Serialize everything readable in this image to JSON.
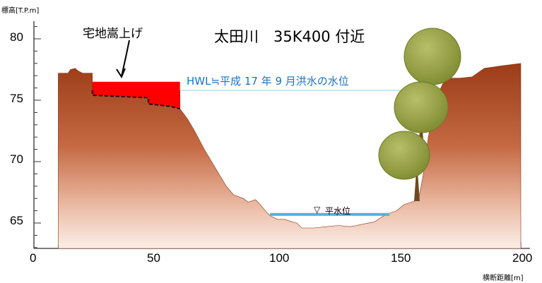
{
  "title": "太田川　35K400 付近",
  "y_axis_label": "標高[T.P.m]",
  "x_axis_label": "横断距離[m]",
  "y_ticks": [
    "80",
    "75",
    "70",
    "65"
  ],
  "x_ticks": [
    "0",
    "50",
    "100",
    "150",
    "200"
  ],
  "annotations": {
    "raised_land": "宅地嵩上げ",
    "hwl": "HWL≒平成 17 年 9 月洪水の水位",
    "normal_water": "平水位",
    "normal_water_symbol": "▽"
  },
  "colors": {
    "ground_dark": "#9b3c17",
    "ground_light": "#fbeee7",
    "raised_fill": "#ff0000",
    "water_line": "#4fb4d6",
    "hwl_line": "#9fd3ea",
    "tree_leaf": "#8f9c3b",
    "tree_trunk": "#6b4a22"
  },
  "chart_data": {
    "type": "cross_section",
    "x_range": [
      0,
      200
    ],
    "y_range": [
      63,
      81
    ],
    "hwl_elevation": 75.8,
    "normal_water_elevation": 65.7,
    "ground_profile": [
      [
        10,
        77.2
      ],
      [
        14,
        77.2
      ],
      [
        15,
        77.5
      ],
      [
        17,
        77.6
      ],
      [
        18,
        77.4
      ],
      [
        20,
        77.2
      ],
      [
        24,
        77.2
      ],
      [
        24,
        75.8
      ],
      [
        60,
        75.8
      ],
      [
        60,
        74.3
      ],
      [
        63,
        73.5
      ],
      [
        66,
        72.5
      ],
      [
        70,
        71.0
      ],
      [
        73,
        70.0
      ],
      [
        76,
        69.0
      ],
      [
        79,
        68.0
      ],
      [
        82,
        67.3
      ],
      [
        86,
        67.0
      ],
      [
        88,
        66.7
      ],
      [
        91,
        66.9
      ],
      [
        93,
        66.5
      ],
      [
        95,
        66.0
      ],
      [
        97,
        65.6
      ],
      [
        100,
        65.3
      ],
      [
        103,
        65.3
      ],
      [
        106,
        65.1
      ],
      [
        108,
        65.0
      ],
      [
        110,
        64.6
      ],
      [
        115,
        64.6
      ],
      [
        120,
        64.7
      ],
      [
        125,
        64.8
      ],
      [
        130,
        64.7
      ],
      [
        135,
        64.9
      ],
      [
        140,
        65.1
      ],
      [
        143,
        65.5
      ],
      [
        146,
        65.8
      ],
      [
        149,
        66.0
      ],
      [
        152,
        66.5
      ],
      [
        155,
        66.7
      ],
      [
        158,
        66.9
      ],
      [
        160,
        69.0
      ],
      [
        162,
        72.0
      ],
      [
        164,
        74.0
      ],
      [
        166,
        75.5
      ],
      [
        169,
        76.8
      ],
      [
        175,
        76.8
      ],
      [
        180,
        76.9
      ],
      [
        185,
        77.6
      ],
      [
        192,
        77.8
      ],
      [
        200,
        78.0
      ]
    ],
    "raised_land_polygon": [
      [
        24,
        76.5
      ],
      [
        60,
        76.5
      ],
      [
        60,
        74.3
      ],
      [
        56,
        74.5
      ],
      [
        47,
        74.7
      ],
      [
        47,
        75.2
      ],
      [
        36,
        75.3
      ],
      [
        24,
        75.4
      ],
      [
        24,
        75.8
      ]
    ],
    "original_ground_dashed": [
      [
        24,
        75.8
      ],
      [
        24,
        75.4
      ],
      [
        36,
        75.3
      ],
      [
        47,
        75.2
      ],
      [
        47,
        74.7
      ],
      [
        56,
        74.5
      ],
      [
        60,
        74.3
      ]
    ],
    "normal_water_extent": [
      97,
      146
    ]
  }
}
